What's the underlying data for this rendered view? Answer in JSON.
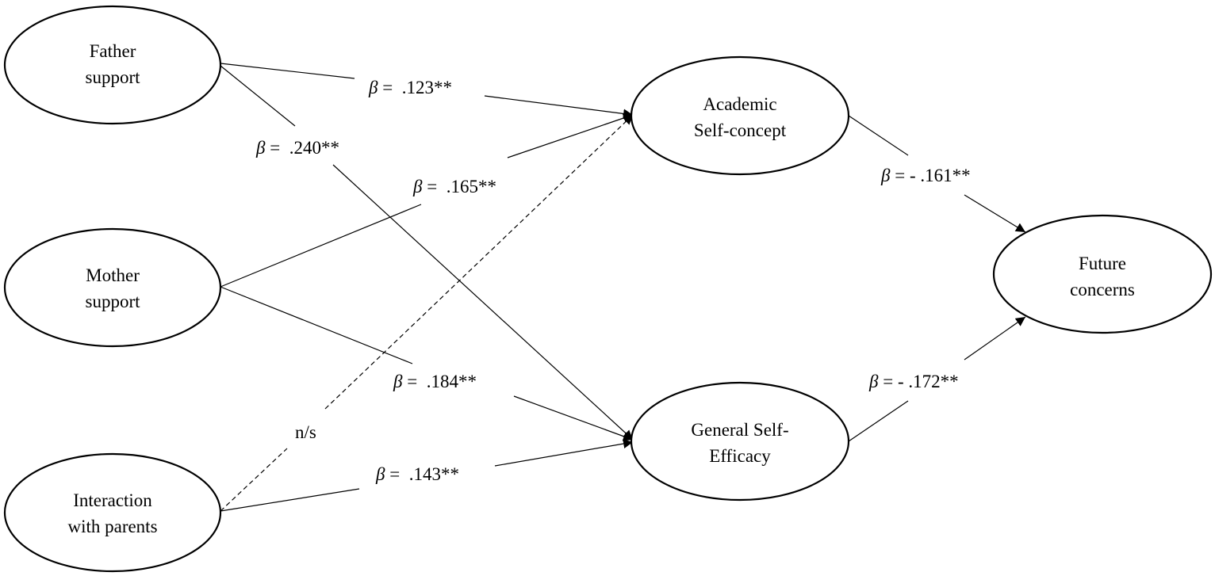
{
  "nodes": {
    "father_support": {
      "line1": "Father",
      "line2": "support"
    },
    "mother_support": {
      "line1": "Mother",
      "line2": "support"
    },
    "interaction_with_parents": {
      "line1": "Interaction",
      "line2": "with parents"
    },
    "academic_self_concept": {
      "line1": "Academic",
      "line2": "Self-concept"
    },
    "general_self_efficacy": {
      "line1": "General Self-",
      "line2": "Efficacy"
    },
    "future_concerns": {
      "line1": "Future",
      "line2": "concerns"
    }
  },
  "paths": {
    "father_to_academic": {
      "symbol": "β",
      "value": " =  .123**"
    },
    "father_to_efficacy": {
      "symbol": "β",
      "value": " =  .240**"
    },
    "mother_to_academic": {
      "symbol": "β",
      "value": " =  .165**"
    },
    "mother_to_efficacy": {
      "symbol": "β",
      "value": " =  .184**"
    },
    "interaction_to_academic": {
      "label": "n/s"
    },
    "interaction_to_efficacy": {
      "symbol": "β",
      "value": " =  .143**"
    },
    "academic_to_future": {
      "symbol": "β",
      "value": " = - .161**"
    },
    "efficacy_to_future": {
      "symbol": "β",
      "value": " = - .172**"
    }
  }
}
